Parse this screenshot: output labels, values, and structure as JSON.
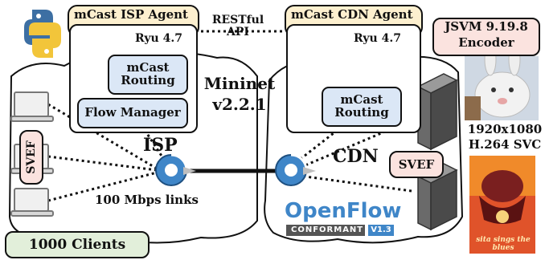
{
  "agents": {
    "isp": {
      "title": "mCast ISP Agent",
      "ryu": "Ryu 4.7",
      "routing": "mCast Routing",
      "flow_manager": "Flow Manager"
    },
    "cdn": {
      "title": "mCast CDN Agent",
      "ryu": "Ryu 4.7",
      "routing": "mCast Routing"
    }
  },
  "api_label": "RESTful API",
  "mininet": {
    "name": "Mininet",
    "version": "v2.2.1"
  },
  "clouds": {
    "isp": "ISP",
    "cdn": "CDN"
  },
  "links_label": "100 Mbps links",
  "clients_label": "1000 Clients",
  "svef_left": "SVEF",
  "svef_right": "SVEF",
  "encoder": {
    "name": "JSVM 9.19.8",
    "role": "Encoder"
  },
  "video": {
    "resolution": "1920x1080",
    "codec": "H.264 SVC",
    "poster_title": "sita sings the blues"
  },
  "openflow": {
    "name": "OpenFlow",
    "badge": "CONFORMANT",
    "version": "V1.3"
  },
  "colors": {
    "agent_header": "#fdf0cf",
    "module_fill": "#dbe7f6",
    "clients_fill": "#e2efda",
    "svef_fill": "#fbe3df",
    "encoder_fill": "#fbe3df",
    "openflow_blue": "#3f86c8"
  }
}
